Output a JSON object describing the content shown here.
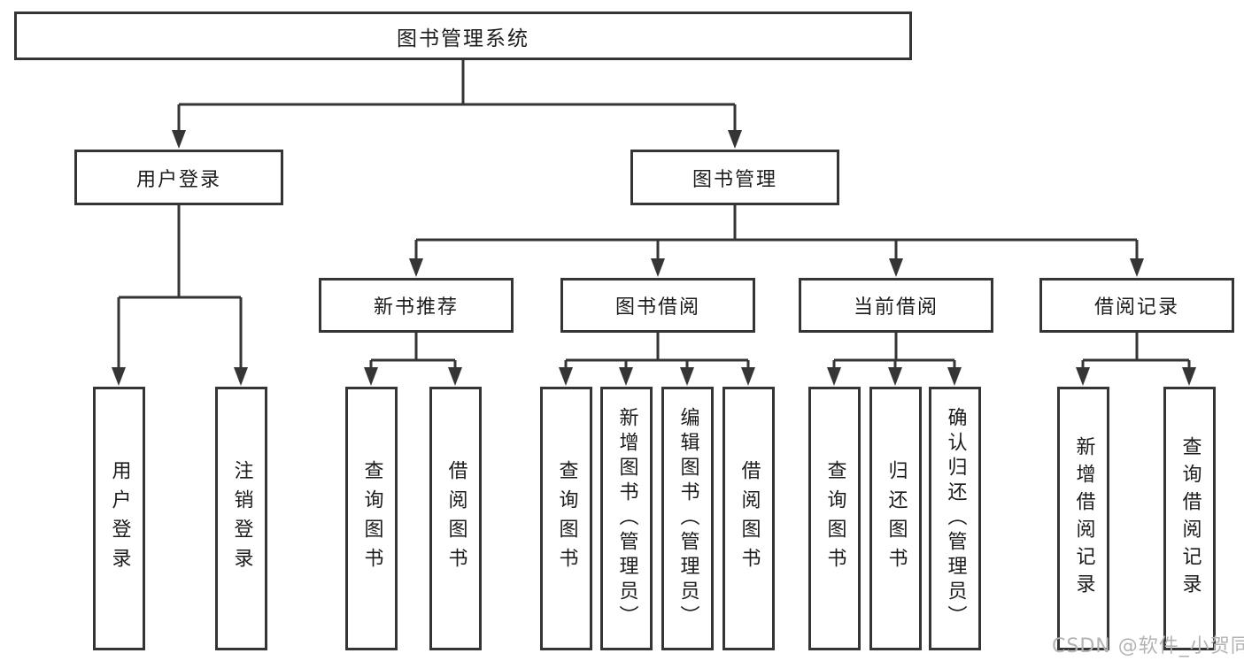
{
  "diagram": {
    "root": {
      "label": "图书管理系统"
    },
    "branches": [
      {
        "label": "用户登录",
        "children": [
          {
            "label": "用户登录"
          },
          {
            "label": "注销登录"
          }
        ]
      },
      {
        "label": "图书管理",
        "children": [
          {
            "label": "新书推荐",
            "children": [
              {
                "label": "查询图书"
              },
              {
                "label": "借阅图书"
              }
            ]
          },
          {
            "label": "图书借阅",
            "children": [
              {
                "label": "查询图书"
              },
              {
                "label": "新增图书（管理员）"
              },
              {
                "label": "编辑图书（管理员）"
              },
              {
                "label": "借阅图书"
              }
            ]
          },
          {
            "label": "当前借阅",
            "children": [
              {
                "label": "查询图书"
              },
              {
                "label": "归还图书"
              },
              {
                "label": "确认归还（管理员）"
              }
            ]
          },
          {
            "label": "借阅记录",
            "children": [
              {
                "label": "新增借阅记录"
              },
              {
                "label": "查询借阅记录"
              }
            ]
          }
        ]
      }
    ]
  },
  "watermark": {
    "text": "CSDN @软件_小贺同学"
  },
  "colors": {
    "line": "#353535",
    "box_border": "#353535",
    "text": "#1c1c1c",
    "background": "#ffffff",
    "watermark": "#b3b3b3"
  }
}
